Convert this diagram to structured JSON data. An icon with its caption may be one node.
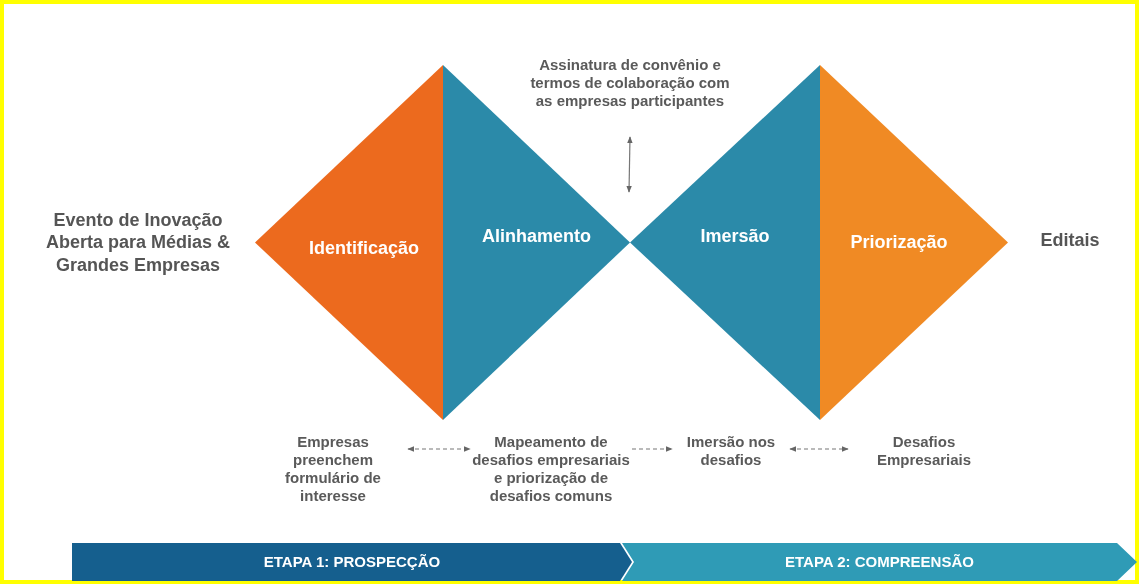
{
  "diagram": {
    "nodes": [
      {
        "text": [
          "Evento de Inovação Aberta para Médias & Grandes Empresas"
        ]
      },
      {
        "text": [
          "Identificação"
        ]
      },
      {
        "text": [
          "Alinhamento"
        ]
      },
      {
        "text": [
          "Imersão"
        ]
      },
      {
        "text": [
          "Priorização"
        ]
      },
      {
        "text": [
          "Editais"
        ]
      },
      {
        "text": [
          "Assinatura de convênio e termos de colaboração com as empresas participantes"
        ]
      },
      {
        "text": [
          "Empresas preenchem formulário de interesse"
        ]
      },
      {
        "text": [
          "Mapeamento de desafios empresariais e priorização de desafios comuns"
        ]
      },
      {
        "text": [
          "Imersão nos desafios"
        ]
      },
      {
        "text": [
          "Desafios Empresariais"
        ]
      },
      {
        "text": [
          "ETAPA 1: PROSPECÇÃO"
        ]
      },
      {
        "text": [
          "ETAPA 2: COMPREENSÃO"
        ]
      }
    ],
    "edges": [
      {
        "from": 6,
        "to": null,
        "arrow": "both"
      },
      {
        "from": 7,
        "to": 8,
        "arrow": "both",
        "style": "dashed"
      },
      {
        "from": 8,
        "to": 9,
        "arrow": "to",
        "style": "dashed"
      },
      {
        "from": 9,
        "to": 10,
        "arrow": "both",
        "style": "dashed"
      }
    ]
  }
}
